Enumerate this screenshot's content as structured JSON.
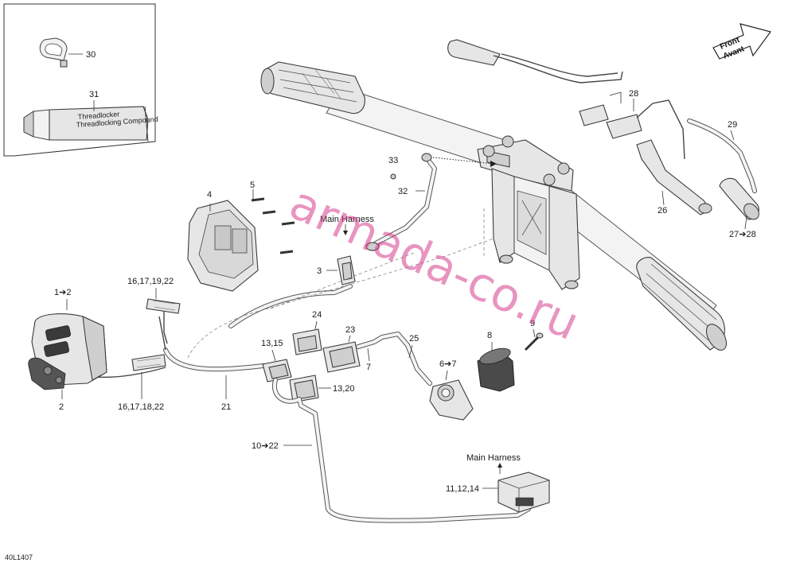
{
  "diagram": {
    "watermark": "armada-co.ru",
    "figure_code": "40L1407",
    "front_arrow": {
      "line1": "Front",
      "line2": "Avant"
    },
    "labels": {
      "l30": "30",
      "l31": "31",
      "l28": "28",
      "l29": "29",
      "l26": "26",
      "l27": "27➔28",
      "l33": "33",
      "l32": "32",
      "l5": "5",
      "l4": "4",
      "main_harness_1": "Main Harness",
      "l3": "3",
      "l1": "1➔2",
      "l16a": "16,17,19,22",
      "l16b": "16,17,18,22",
      "l2": "2",
      "l24": "24",
      "l23": "23",
      "l25": "25",
      "l7": "7",
      "l6": "6➔7",
      "l8": "8",
      "l9": "9",
      "l13a": "13,15",
      "l13b": "13,20",
      "l21": "21",
      "l10": "10➔22",
      "main_harness_2": "Main Harness",
      "l11": "11,12,14"
    }
  }
}
